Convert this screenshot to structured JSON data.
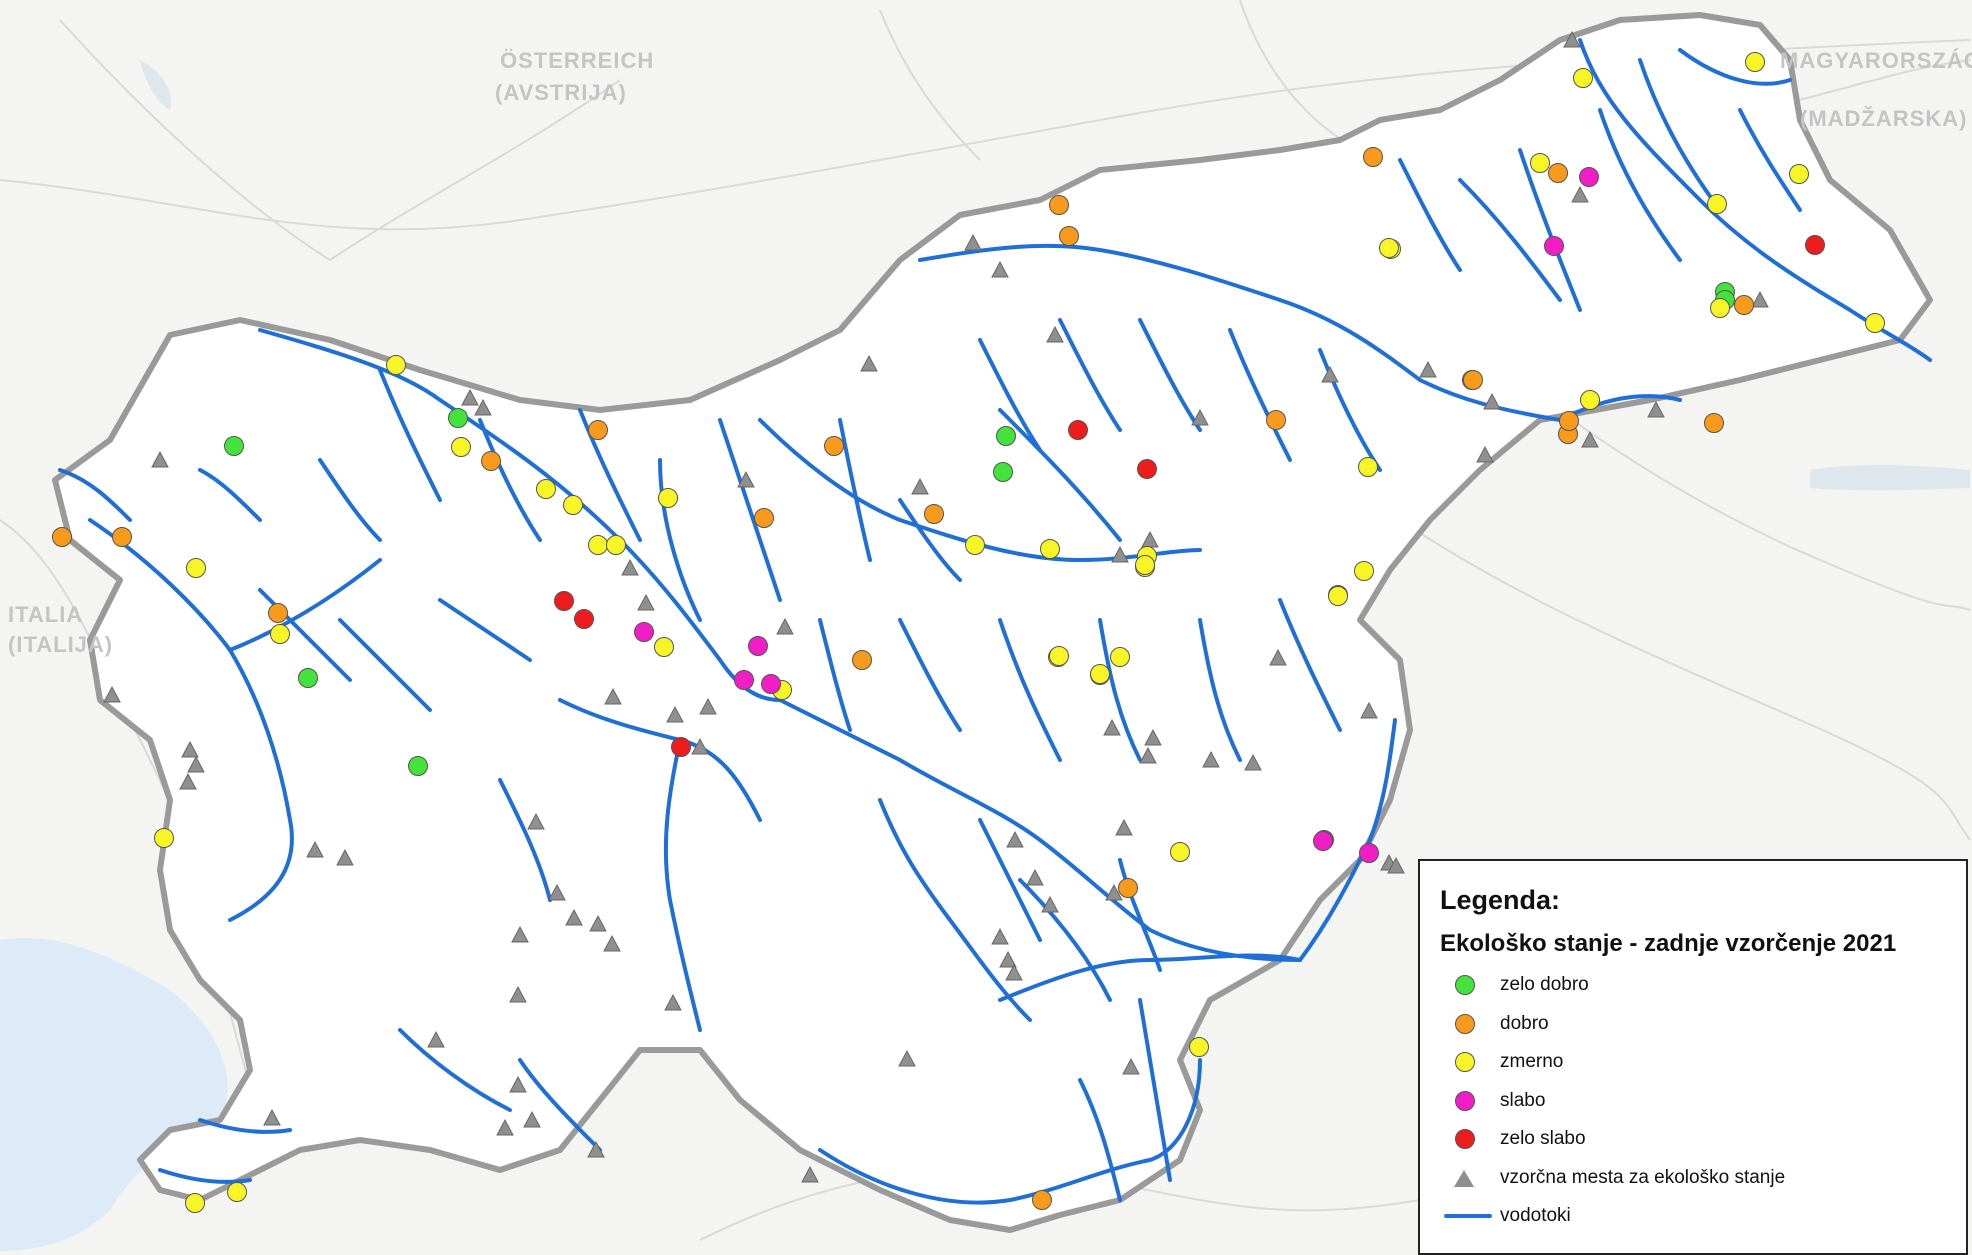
{
  "basemap_labels": {
    "austria": "ÖSTERREICH",
    "austria_sl": "(AVSTRIJA)",
    "hungary": "MAGYARORSZÁG",
    "hungary_sl": "(MADŽARSKA)",
    "italy": "ITALIA",
    "italy_sl": "(ITALIJA)"
  },
  "legend": {
    "title": "Legenda:",
    "subtitle": "Ekološko stanje - zadnje vzorčenje 2021",
    "items": [
      {
        "label": "zelo dobro",
        "color": "#44e33b",
        "kind": "dot"
      },
      {
        "label": "dobro",
        "color": "#f89a1c",
        "kind": "dot"
      },
      {
        "label": "zmerno",
        "color": "#f7f526",
        "kind": "dot"
      },
      {
        "label": "slabo",
        "color": "#f01ec4",
        "kind": "dot"
      },
      {
        "label": "zelo slabo",
        "color": "#ee1c1c",
        "kind": "dot"
      },
      {
        "label": "vzorčna mesta za ekološko stanje",
        "color": "#8f8f8f",
        "kind": "triangle"
      },
      {
        "label": "vodotoki",
        "color": "#1f6fd6",
        "kind": "line"
      }
    ]
  },
  "colors": {
    "river": "#1f6fd6",
    "border": "#9a9a9a",
    "background": "#f4f4f2",
    "land": "#ffffff"
  },
  "sites_by_status": {
    "zelo dobro": 8,
    "dobro": 22,
    "zmerno": 40,
    "slabo": 9,
    "zelo slabo": 6
  }
}
